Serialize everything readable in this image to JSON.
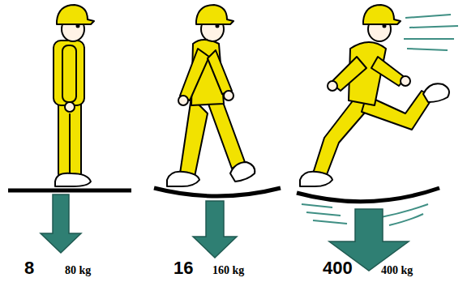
{
  "diagram": {
    "labels": [
      "8",
      "80 kg",
      "16",
      "160 kg",
      "400",
      "400 kg"
    ]
  }
}
